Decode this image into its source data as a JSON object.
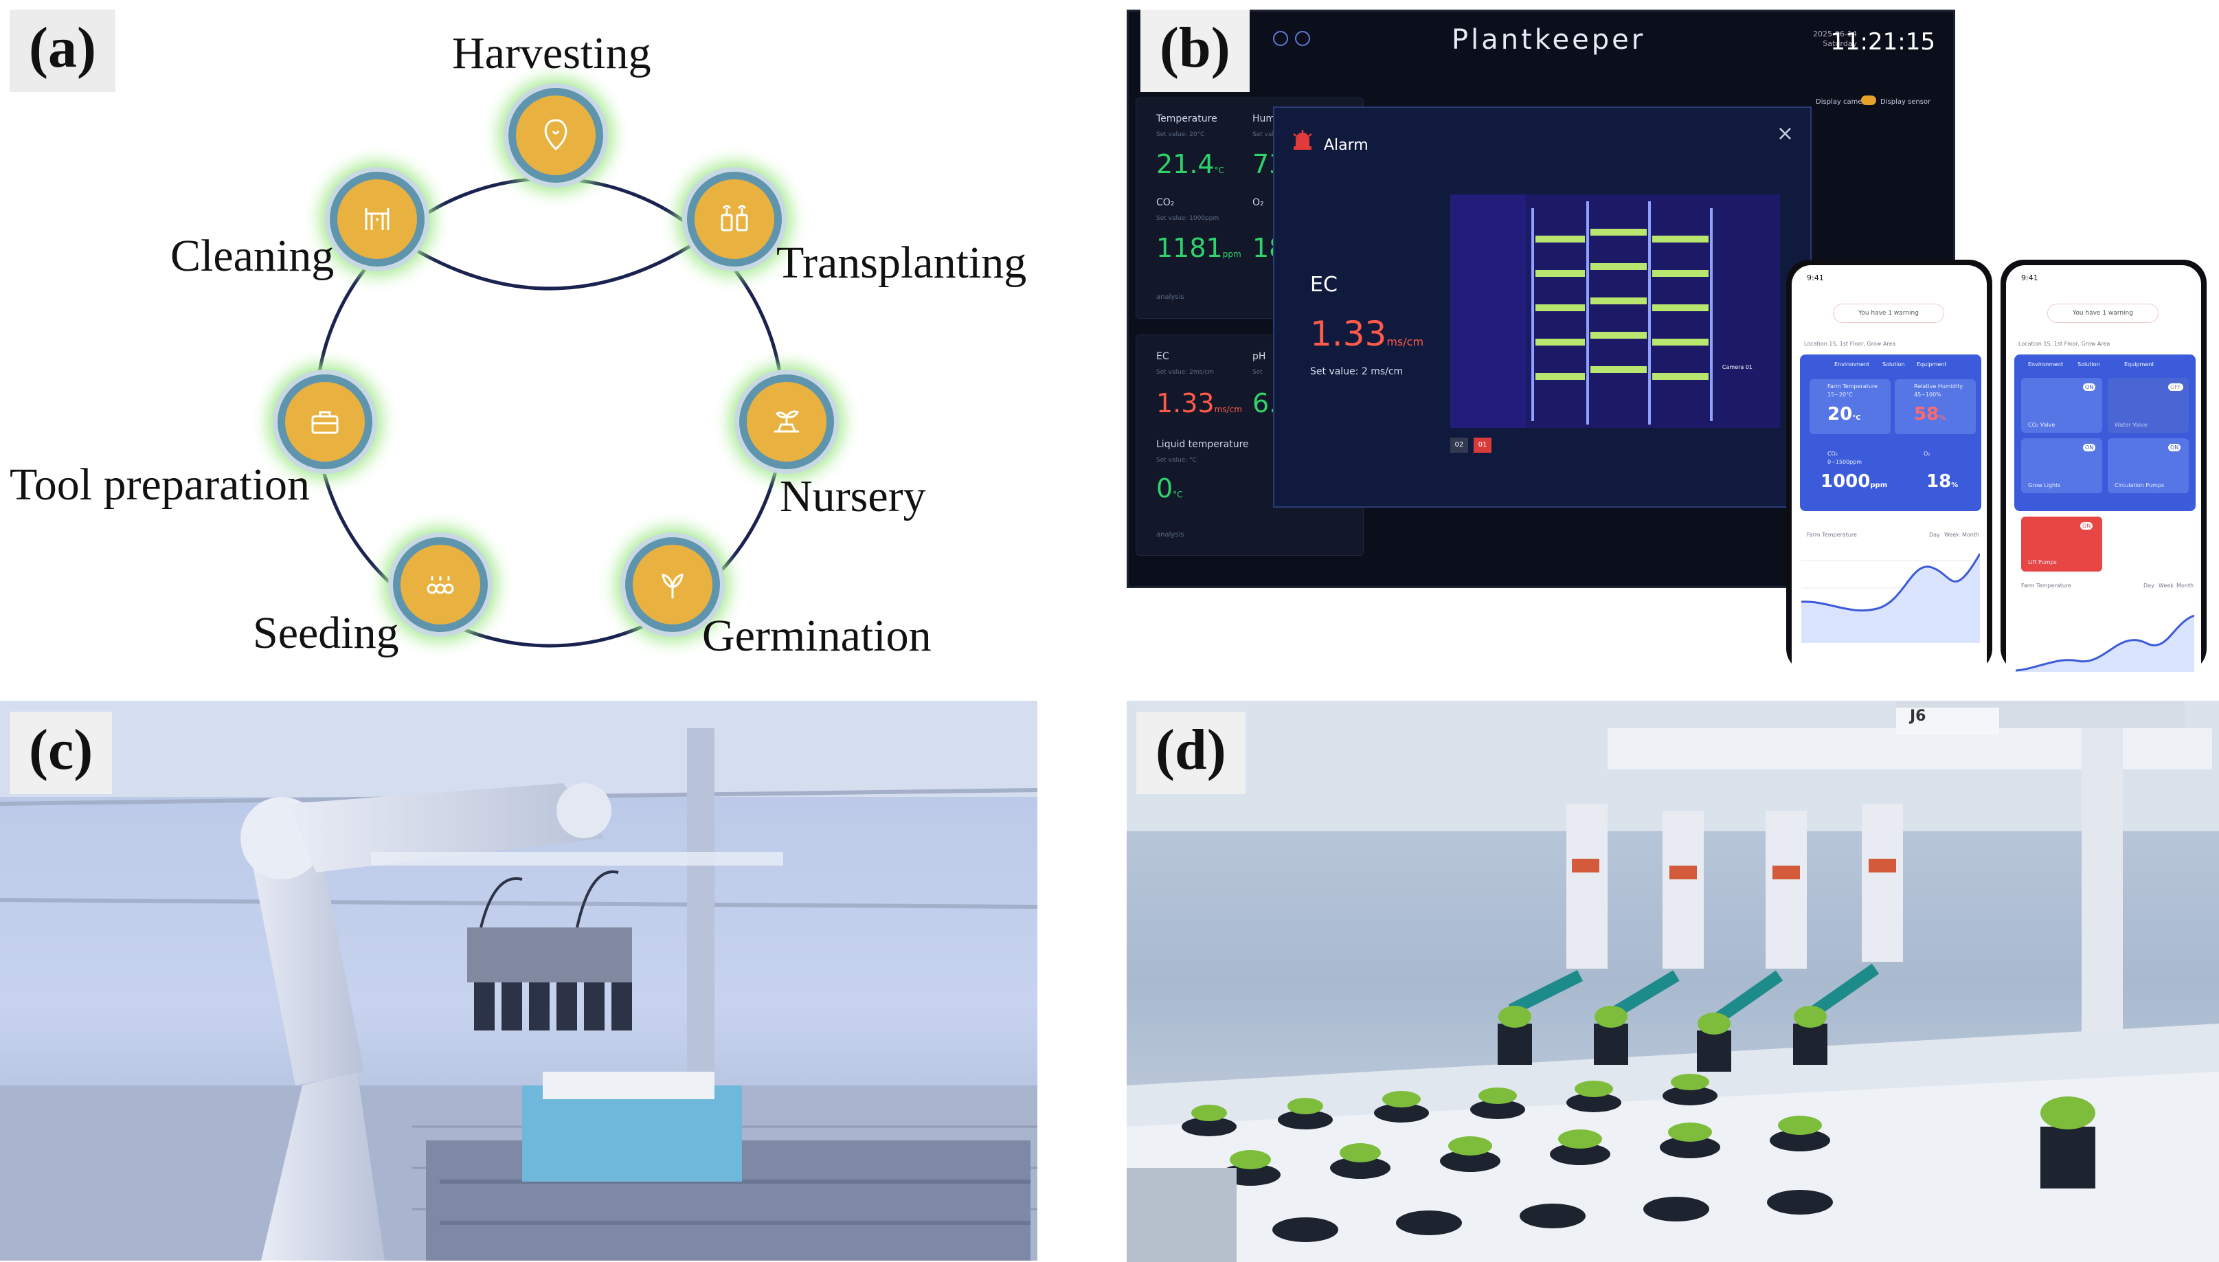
{
  "panel_a": {
    "label": "(a)",
    "stages": [
      "Harvesting",
      "Transplanting",
      "Nursery",
      "Germination",
      "Seeding",
      "Tool preparation",
      "Cleaning"
    ]
  },
  "panel_b": {
    "label": "(b)",
    "dashboard": {
      "title": "Plantkeeper",
      "clock": "11:21:15",
      "date": "2025-06-14",
      "day": "Saturday",
      "display_camera": "Display camera",
      "display_sensor": "Display sensor",
      "metrics": [
        {
          "label": "Temperature",
          "set": "Set value: 20°C",
          "value": "21.4",
          "unit": "°C"
        },
        {
          "label": "Hum",
          "set": "Set val",
          "value": "73",
          "unit": ""
        },
        {
          "label": "CO₂",
          "set": "Set value: 1000ppm",
          "value": "1181",
          "unit": "ppm"
        },
        {
          "label": "O₂",
          "set": "",
          "value": "18",
          "unit": ""
        },
        {
          "label": "EC",
          "set": "Set value: 2ms/cm",
          "value": "1.33",
          "unit": "ms/cm"
        },
        {
          "label": "pH",
          "set": "Set",
          "value": "6.",
          "unit": ""
        },
        {
          "label": "Liquid temperature",
          "set": "Set value: °C",
          "value": "0",
          "unit": "°C"
        }
      ],
      "analysis_label": "analysis",
      "alarm": {
        "title": "Alarm",
        "close": "×",
        "metric": "EC",
        "value": "1.33",
        "unit": "ms/cm",
        "set_value": "Set value:  2 ms/cm",
        "camera": "Camera 01",
        "buttons": [
          "02",
          "01"
        ]
      }
    },
    "phone1": {
      "time": "9:41",
      "warning": "You have 1 warning",
      "location": "Location 1S, 1st Floor, Grow Area",
      "tabs": [
        "Environment",
        "Solution",
        "Equipment"
      ],
      "farm_temp_label": "Farm Temperature",
      "farm_temp_range": "15~20°C",
      "farm_temp": "20",
      "farm_temp_unit": "°C",
      "humidity_label": "Relative Humidity",
      "humidity_range": "45~100%",
      "humidity": "58",
      "humidity_unit": "%",
      "co2_label": "CO₂",
      "co2_range": "0~1500ppm",
      "co2": "1000",
      "co2_unit": "ppm",
      "o2_label": "O₂",
      "o2": "18",
      "o2_unit": "%",
      "chart_title": "Farm Temperature",
      "chart_tabs": [
        "Day",
        "Week",
        "Month"
      ]
    },
    "phone2": {
      "time": "9:41",
      "warning": "You have 1 warning",
      "location": "Location 1S, 1st Floor, Grow Area",
      "tabs": [
        "Environment",
        "Solution",
        "Equipment"
      ],
      "devices": [
        {
          "name": "CO₂ Valve",
          "state": "ON"
        },
        {
          "name": "Water Valve",
          "state": "OFF"
        },
        {
          "name": "Grow Lights",
          "state": "ON"
        },
        {
          "name": "Circulation Pumps",
          "state": "ON"
        },
        {
          "name": "Lift Pumps",
          "state": "ON"
        }
      ],
      "chart_title": "Farm Temperature",
      "chart_tabs": [
        "Day",
        "Week",
        "Month"
      ]
    }
  },
  "panel_c": {
    "label": "(c)"
  },
  "panel_d": {
    "label": "(d)",
    "sign": "J6"
  }
}
